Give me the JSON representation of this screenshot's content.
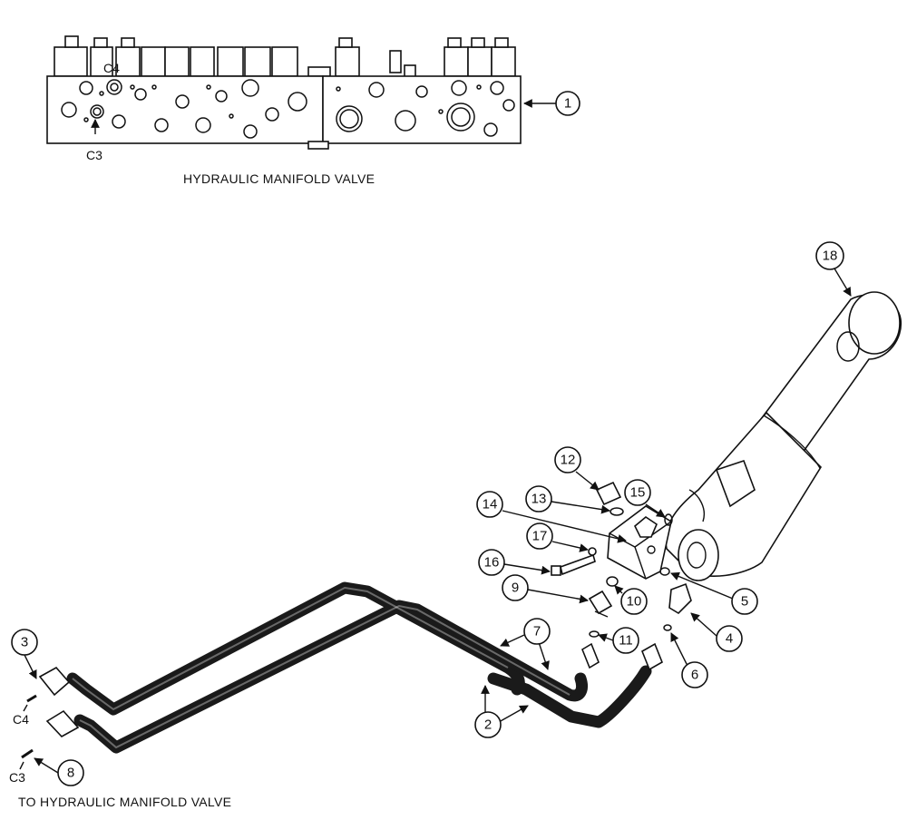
{
  "manifold": {
    "caption": "HYDRAULIC MANIFOLD VALVE",
    "port_c4": "C4",
    "port_c3": "C3"
  },
  "hose_ends": {
    "port_c4": "C4",
    "port_c3": "C3",
    "caption": "TO HYDRAULIC MANIFOLD VALVE"
  },
  "callouts": [
    "1",
    "2",
    "3",
    "4",
    "5",
    "6",
    "7",
    "8",
    "9",
    "10",
    "11",
    "12",
    "13",
    "14",
    "15",
    "16",
    "17",
    "18"
  ]
}
